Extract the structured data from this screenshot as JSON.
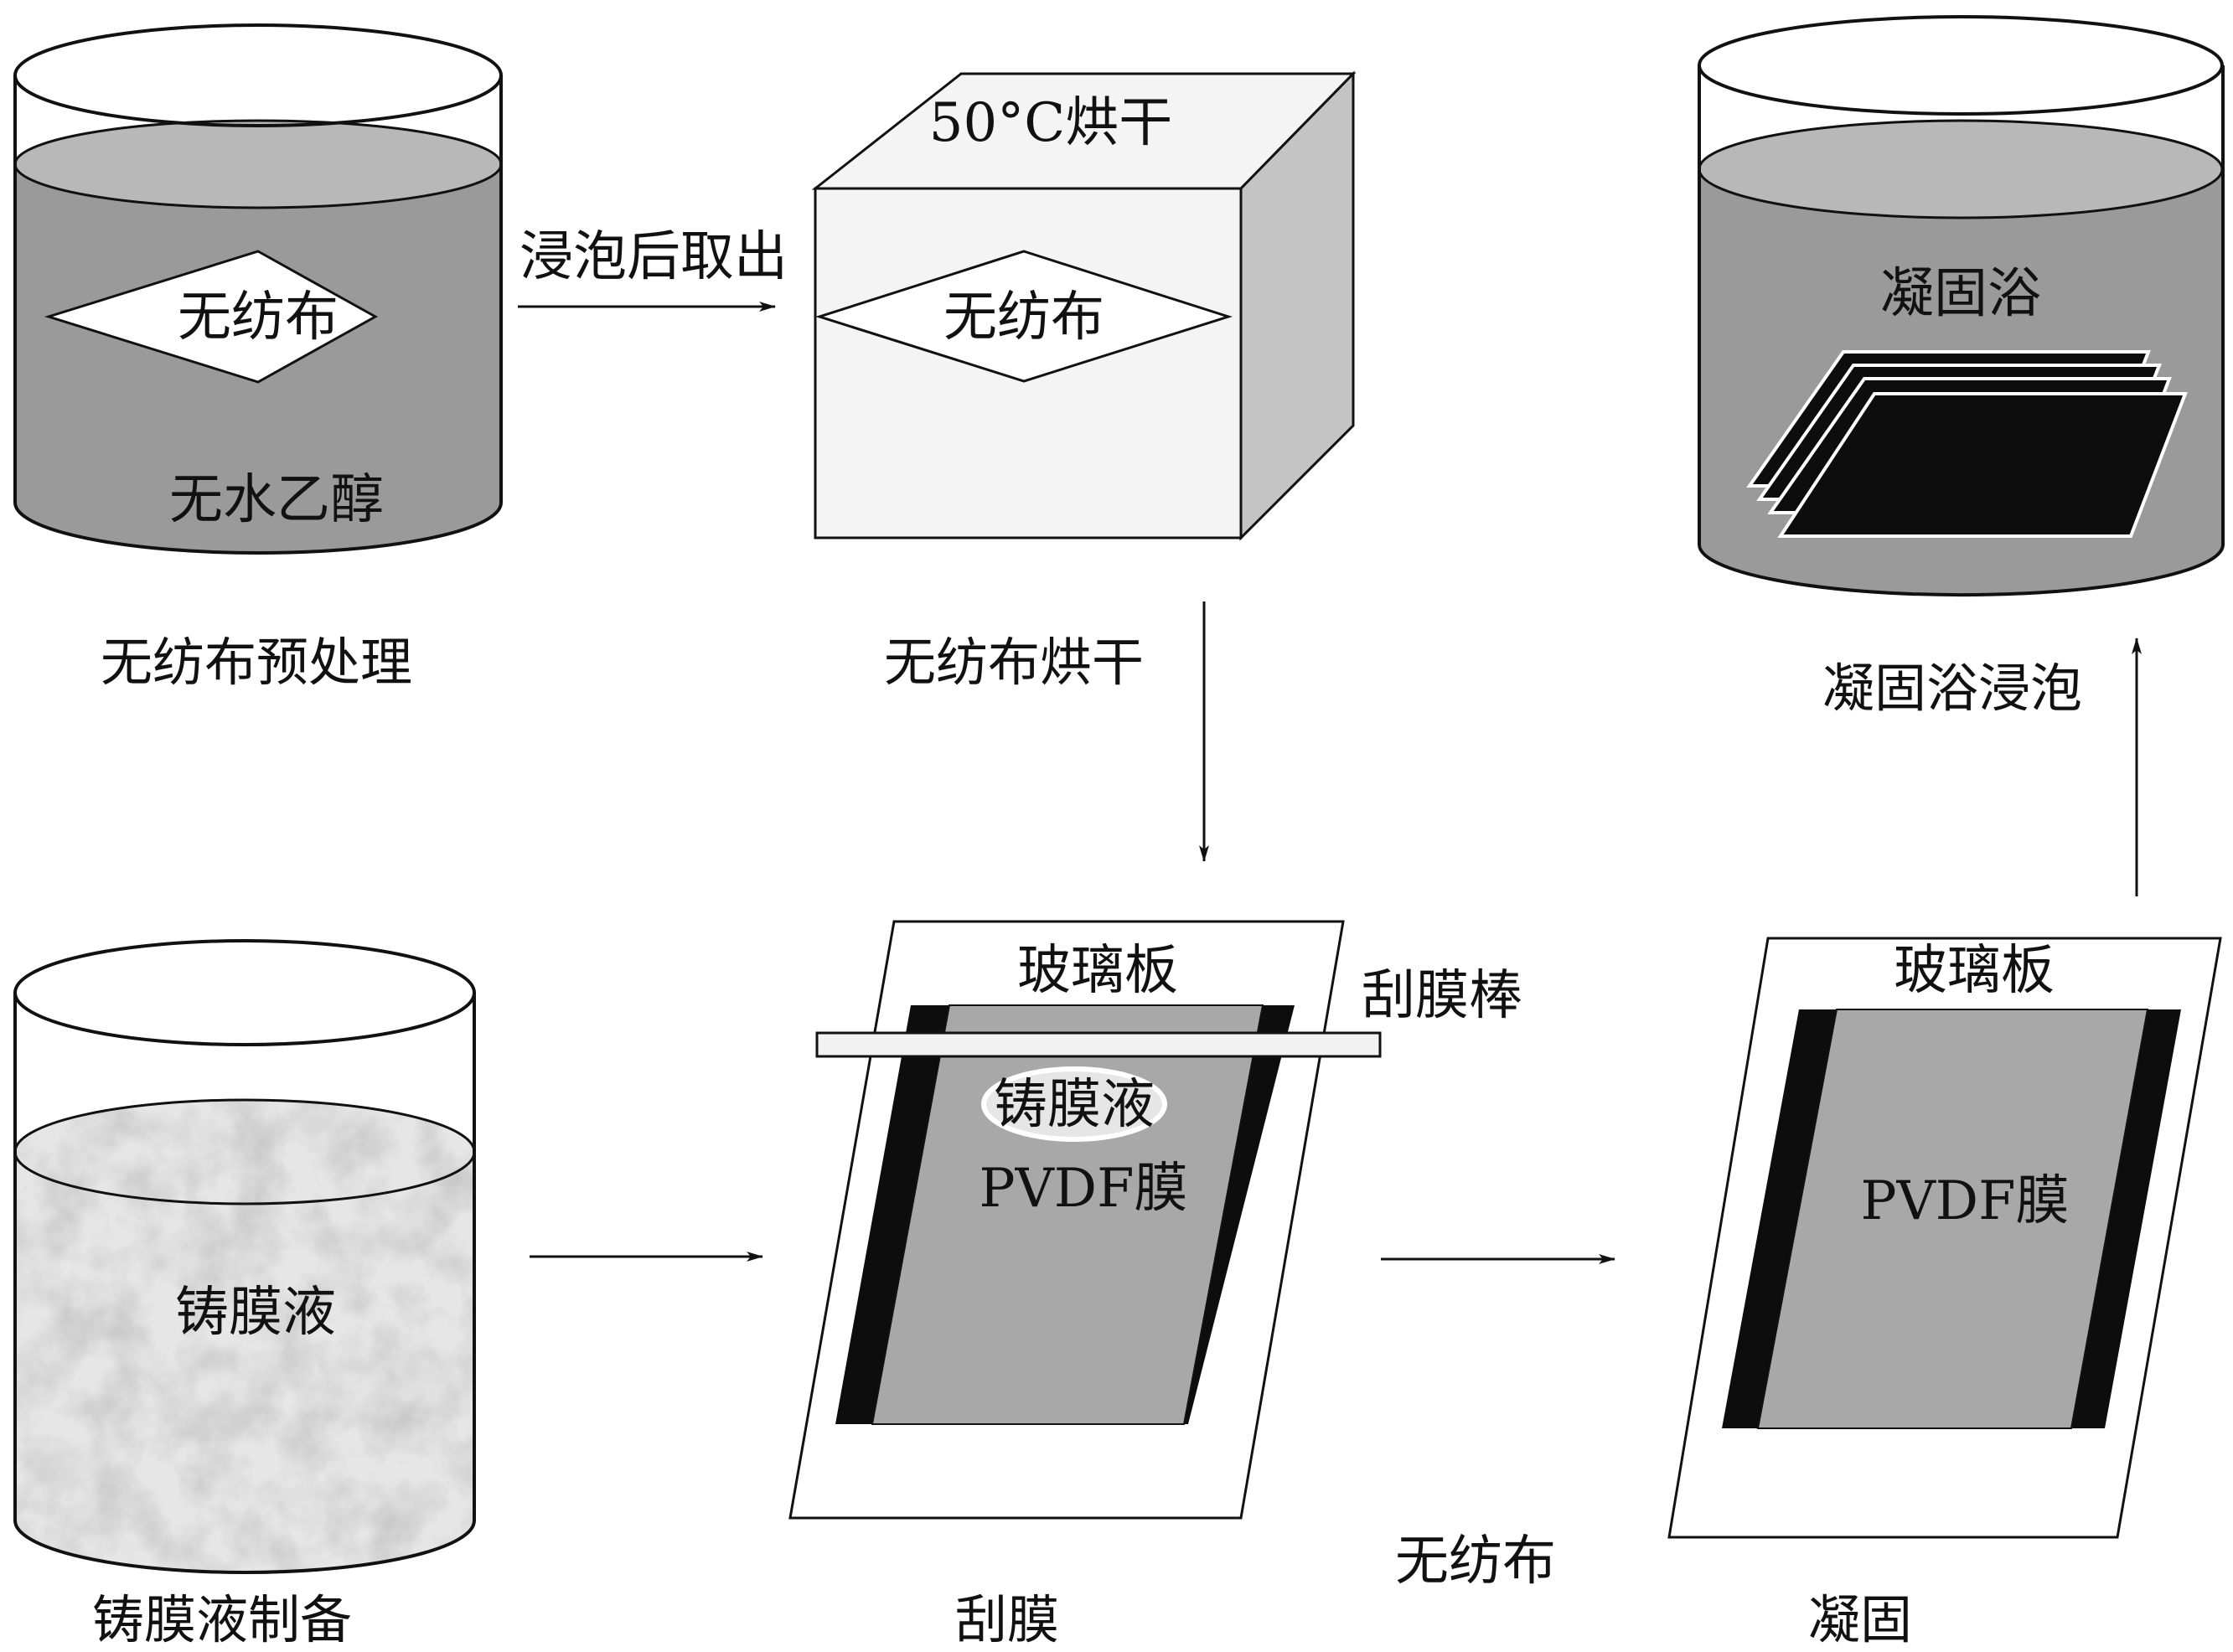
{
  "steps": {
    "pretreat": {
      "caption": "无纺布预处理",
      "fabric_label": "无纺布",
      "liquid_label": "无水乙醇"
    },
    "dry": {
      "caption": "无纺布烘干",
      "oven_label": "50°C烘干",
      "fabric_label": "无纺布"
    },
    "soak": {
      "caption": "凝固浴浸泡",
      "bath_label": "凝固浴"
    },
    "cast_solution": {
      "caption": "铸膜液制备",
      "liquid_label": "铸膜液"
    },
    "scrape": {
      "caption": "刮膜",
      "glass_label": "玻璃板",
      "rod_label": "刮膜棒",
      "solution_label": "铸膜液",
      "film_label": "PVDF膜"
    },
    "coagulate": {
      "caption": "凝固",
      "glass_label": "玻璃板",
      "film_label": "PVDF膜"
    }
  },
  "arrows": {
    "pretreat_to_dry_label": "浸泡后取出",
    "nonwoven_label": "无纺布"
  },
  "colors": {
    "liquid": "#9a9a9a",
    "liquid_surface": "#b8b8b8",
    "film": "#a8a8a8",
    "edge": "#111111",
    "box_front": "#f4f4f4",
    "box_side": "#c4c4c4",
    "solution": "#e6e6e6"
  }
}
